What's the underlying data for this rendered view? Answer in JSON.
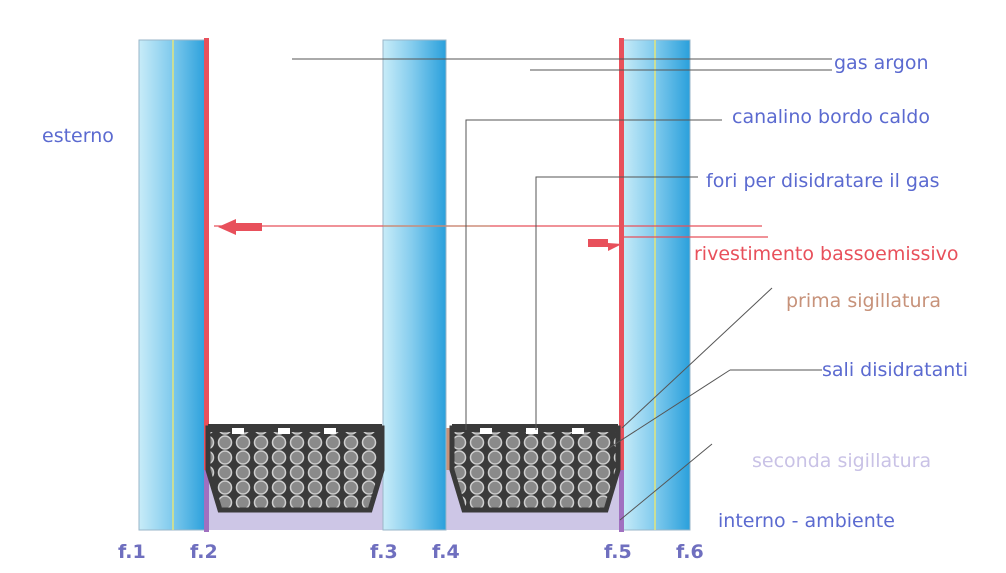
{
  "labels": {
    "esterno": "esterno",
    "gas_argon": "gas argon",
    "canalino": "canalino bordo caldo",
    "fori": "fori per disidratare il gas",
    "rivestimento": "rivestimento bassoemissivo",
    "prima": "prima sigillatura",
    "sali": "sali disidratanti",
    "seconda": "seconda sigillatura",
    "interno": "interno - ambiente"
  },
  "faces": [
    "f.1",
    "f.2",
    "f.3",
    "f.4",
    "f.5",
    "f.6"
  ],
  "colors": {
    "label_blue": "#5b6ad0",
    "coating_red": "#e8505b",
    "first_seal": "#c7927a",
    "second_seal": "#c9c2e6",
    "seconda_text": "#c9c2e6",
    "face_text": "#6f6fbf",
    "spacer_dark": "#3a3a3a",
    "leader_line": "#555555"
  }
}
